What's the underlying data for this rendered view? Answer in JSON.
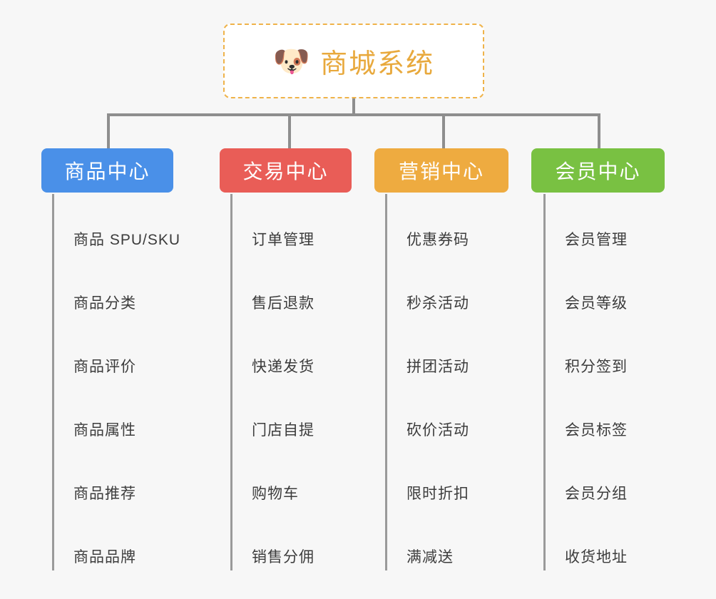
{
  "diagram": {
    "type": "mindmap-tree",
    "background_color": "#f7f7f7",
    "connector_color": "#8e8e8e"
  },
  "root": {
    "title": "商城系统",
    "emoji": "🐶",
    "emoji_name": "shiba-dog-face",
    "border_color": "#efb34a",
    "text_color": "#e8a93d",
    "background_color": "#ffffff"
  },
  "categories": [
    {
      "label": "商品中心",
      "color": "#4a90e8",
      "items": [
        {
          "label": "商品 SPU/SKU"
        },
        {
          "label": "商品分类"
        },
        {
          "label": "商品评价"
        },
        {
          "label": "商品属性"
        },
        {
          "label": "商品推荐"
        },
        {
          "label": "商品品牌"
        }
      ]
    },
    {
      "label": "交易中心",
      "color": "#e95d57",
      "items": [
        {
          "label": "订单管理"
        },
        {
          "label": "售后退款"
        },
        {
          "label": "快递发货"
        },
        {
          "label": "门店自提"
        },
        {
          "label": "购物车"
        },
        {
          "label": "销售分佣"
        }
      ]
    },
    {
      "label": "营销中心",
      "color": "#eeab40",
      "items": [
        {
          "label": "优惠券码"
        },
        {
          "label": "秒杀活动"
        },
        {
          "label": "拼团活动"
        },
        {
          "label": "砍价活动"
        },
        {
          "label": "限时折扣"
        },
        {
          "label": "满减送"
        }
      ]
    },
    {
      "label": "会员中心",
      "color": "#79c142",
      "items": [
        {
          "label": "会员管理"
        },
        {
          "label": "会员等级"
        },
        {
          "label": "积分签到"
        },
        {
          "label": "会员标签"
        },
        {
          "label": "会员分组"
        },
        {
          "label": "收货地址"
        }
      ]
    }
  ]
}
